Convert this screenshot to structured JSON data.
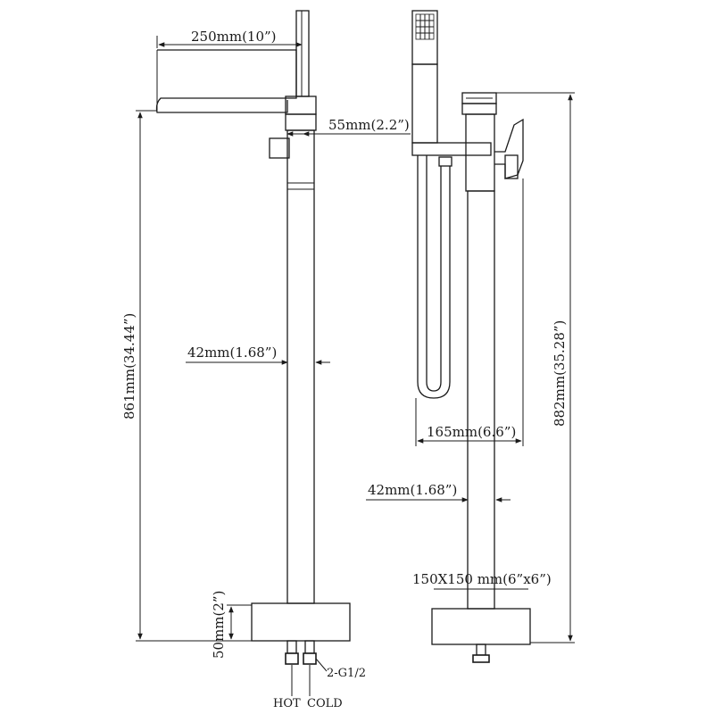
{
  "dimensions": {
    "spout_length": "250mm(10”)",
    "spout_depth": "55mm(2.2”)",
    "left_total_height": "861mm(34.44”)",
    "left_pipe_diameter": "42mm(1.68”)",
    "base_height": "50mm(2”)",
    "thread": "2-G1/2",
    "handshower_reach": "165mm(6.6”)",
    "right_pipe_diameter": "42mm(1.68”)",
    "base_size": "150X150 mm(6”x6”)",
    "right_total_height": "882mm(35.28”)"
  },
  "inlets": {
    "hot": "HOT",
    "cold": "COLD"
  }
}
